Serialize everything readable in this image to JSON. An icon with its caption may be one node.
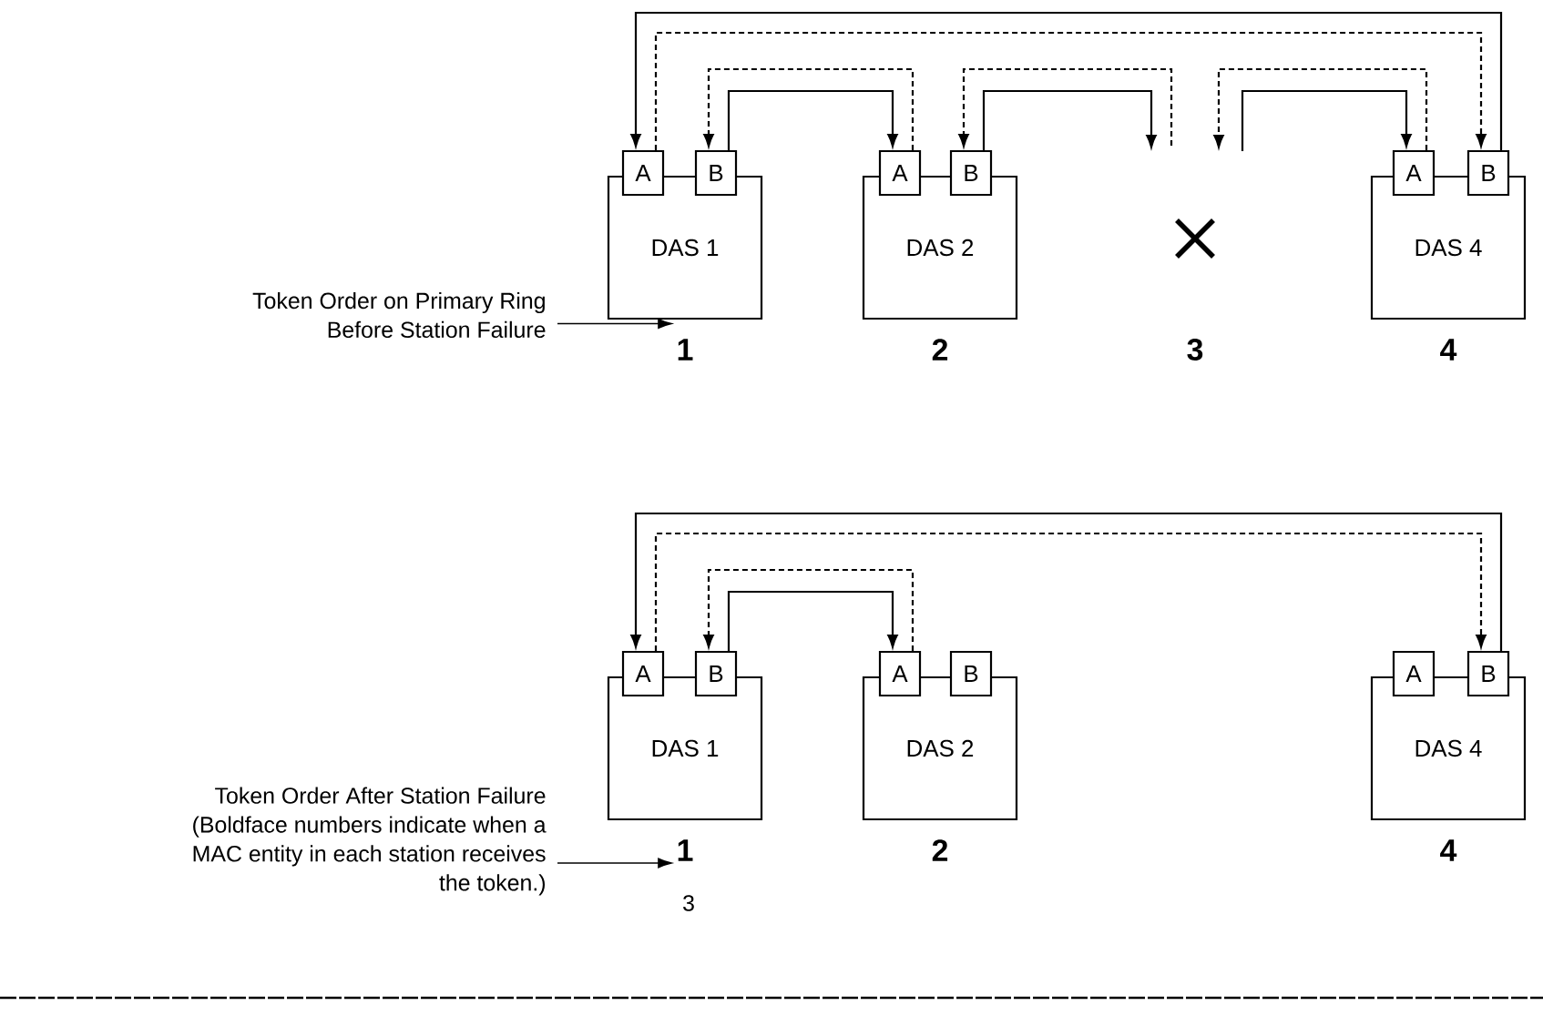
{
  "diagram": {
    "nodes": [
      {
        "text": [
          "DAS 1"
        ]
      },
      {
        "text": [
          "A"
        ]
      },
      {
        "text": [
          "B"
        ]
      },
      {
        "text": [
          "DAS 2"
        ]
      },
      {
        "text": [
          "A"
        ]
      },
      {
        "text": [
          "B"
        ]
      },
      {
        "text": [
          "DAS 4"
        ]
      },
      {
        "text": [
          "A"
        ]
      },
      {
        "text": [
          "B"
        ]
      },
      {
        "text": [
          "Token Order on Primary Ring Before Station Failure"
        ]
      },
      {
        "text": [
          "1"
        ]
      },
      {
        "text": [
          "DAS 1"
        ]
      },
      {
        "text": [
          "A"
        ]
      },
      {
        "text": [
          "B"
        ]
      },
      {
        "text": [
          "DAS 2"
        ]
      },
      {
        "text": [
          "A"
        ]
      },
      {
        "text": [
          "B"
        ]
      },
      {
        "text": [
          "DAS 4"
        ]
      },
      {
        "text": [
          "A"
        ]
      },
      {
        "text": [
          "B"
        ]
      },
      {
        "text": [
          "Token Order After Station Failure (Boldface numbers indicate when a MAC entity in each station receives the token.)"
        ]
      },
      {
        "text": [
          "1"
        ]
      }
    ],
    "edges": [
      {
        "from": 8,
        "to": 1,
        "arrow": "to"
      },
      {
        "from": 1,
        "to": 8,
        "arrow": "to",
        "style": "dashed"
      },
      {
        "from": 4,
        "to": 2,
        "arrow": "to",
        "style": "dashed"
      },
      {
        "from": 2,
        "to": 4,
        "arrow": "to"
      },
      {
        "from": null,
        "to": 5,
        "arrow": "to",
        "style": "dashed"
      },
      {
        "from": 5,
        "to": null,
        "arrow": "to"
      },
      {
        "from": 7,
        "to": null,
        "arrow": "to",
        "style": "dashed"
      },
      {
        "from": null,
        "to": 7,
        "arrow": "to"
      },
      {
        "from": 9,
        "to": 10,
        "arrow": "to"
      },
      {
        "from": 19,
        "to": 12,
        "arrow": "to"
      },
      {
        "from": 12,
        "to": 19,
        "arrow": "to",
        "style": "dashed"
      },
      {
        "from": 15,
        "to": 13,
        "arrow": "to",
        "style": "dashed"
      },
      {
        "from": 13,
        "to": 15,
        "arrow": "to"
      },
      {
        "from": 20,
        "to": 21,
        "arrow": "to"
      }
    ],
    "labels": [
      "2",
      "3",
      "4",
      "2",
      "4",
      "3"
    ]
  }
}
